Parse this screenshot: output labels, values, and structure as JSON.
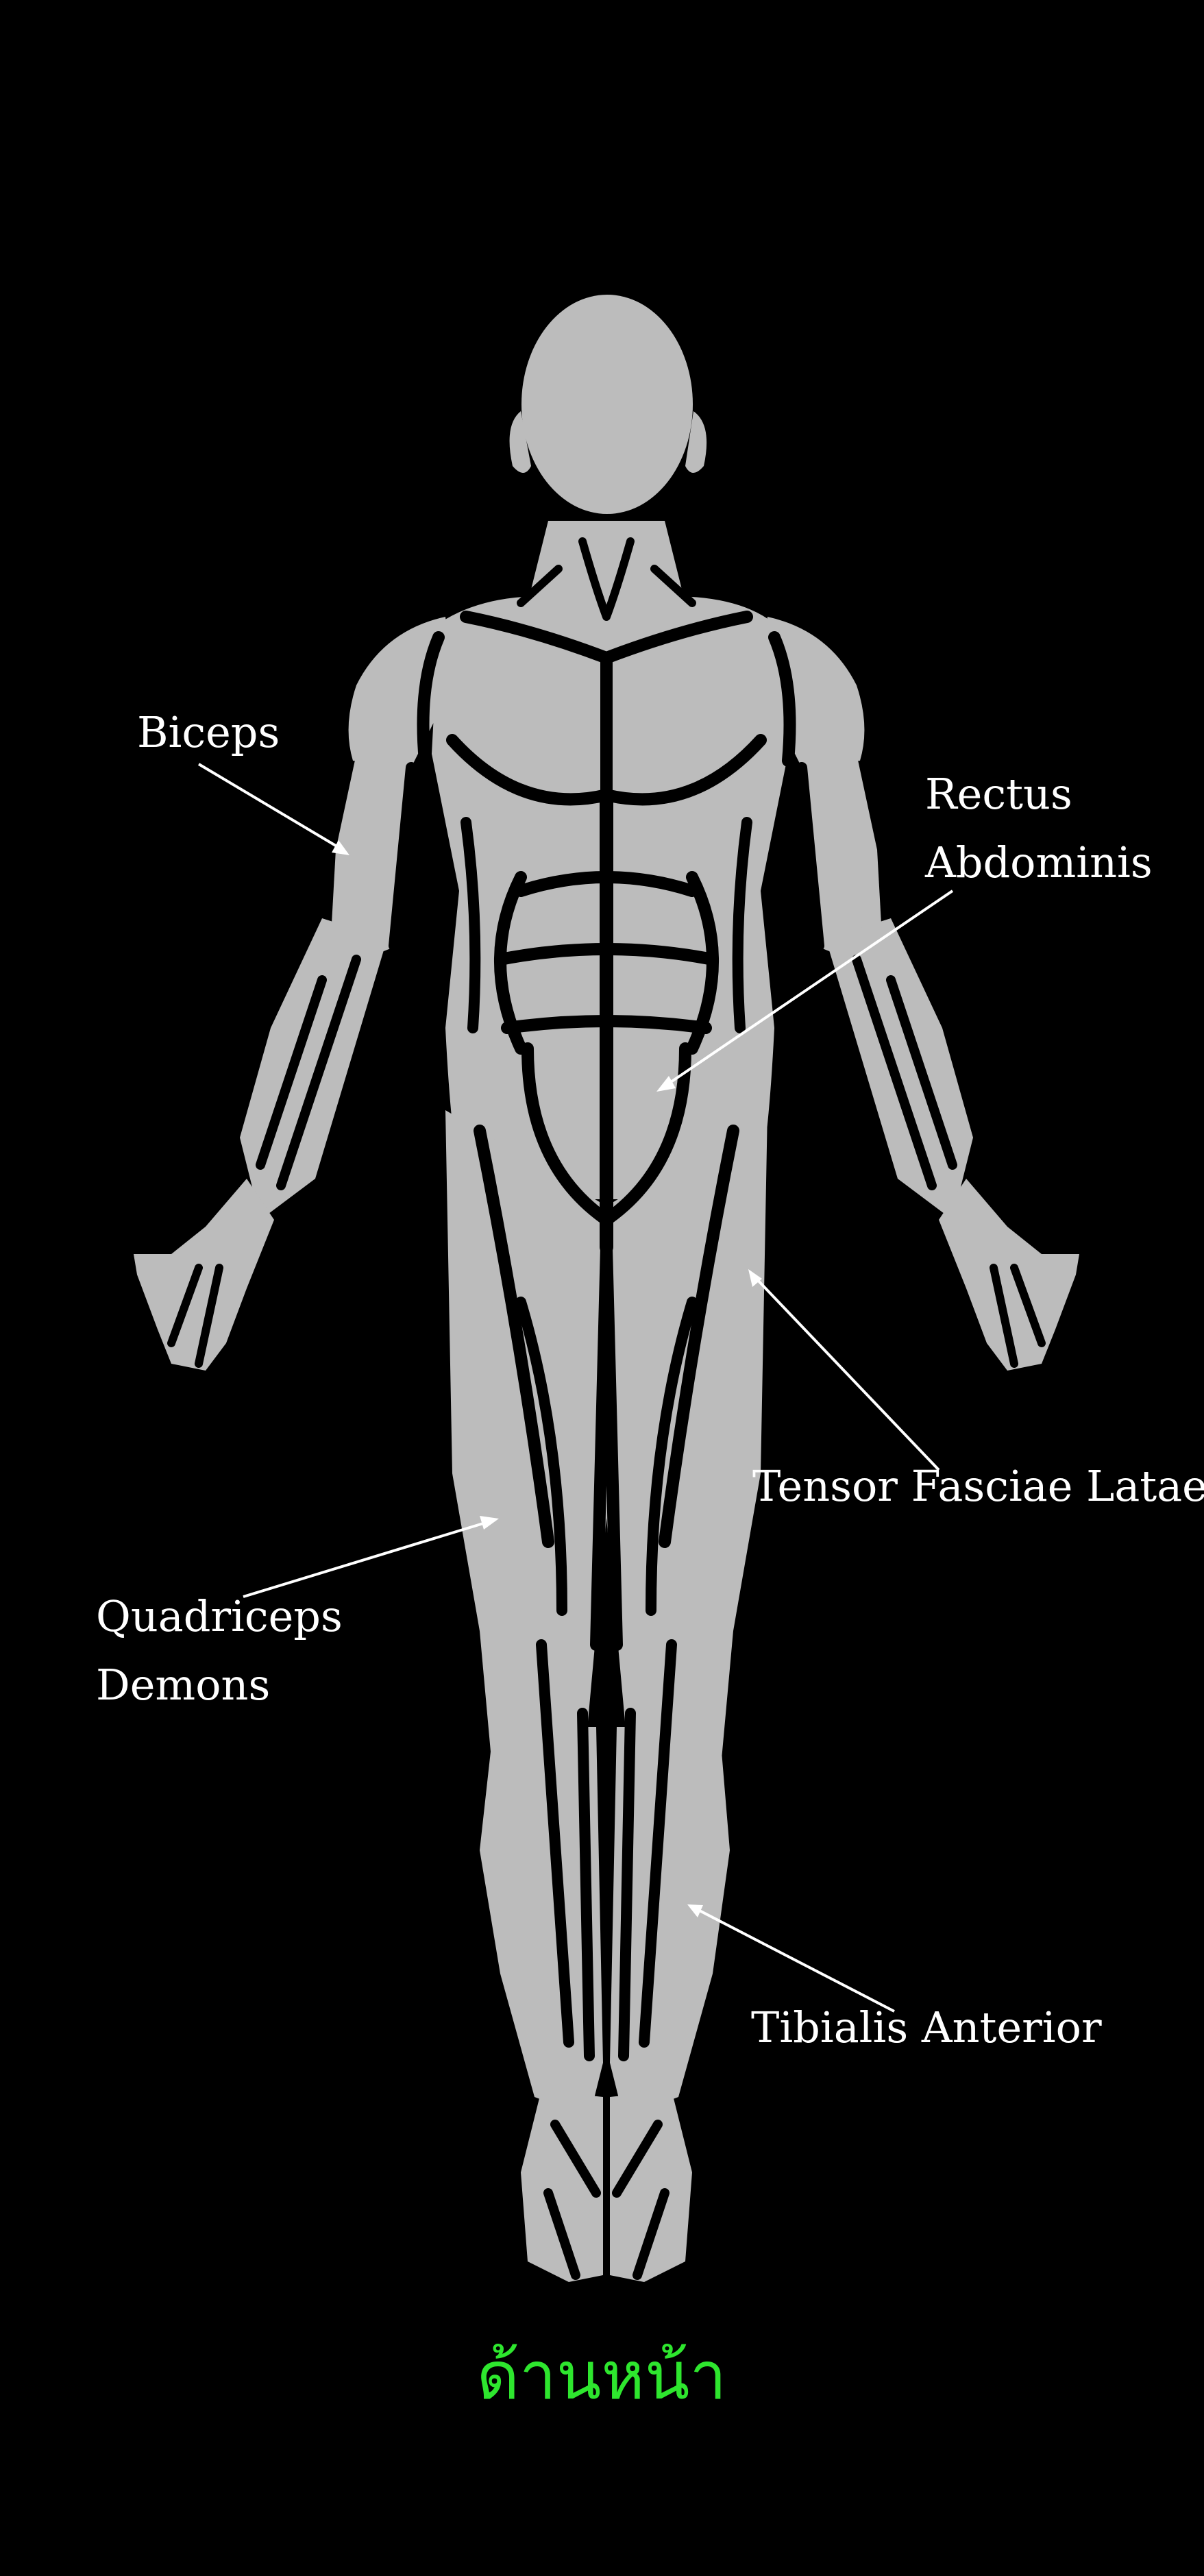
{
  "colors": {
    "background": "#000000",
    "body": "#bcbcbc",
    "label_text": "#ffffff",
    "caption_text": "#2ee62e"
  },
  "labels": {
    "biceps": "Biceps",
    "rectus_line1": "Rectus",
    "rectus_line2": "Abdominis",
    "tensor": "Tensor Fasciae Latae",
    "quadriceps_line1": "Quadriceps",
    "quadriceps_line2": "Demons",
    "tibialis": "Tibialis Anterior"
  },
  "caption": "ด้านหน้า"
}
